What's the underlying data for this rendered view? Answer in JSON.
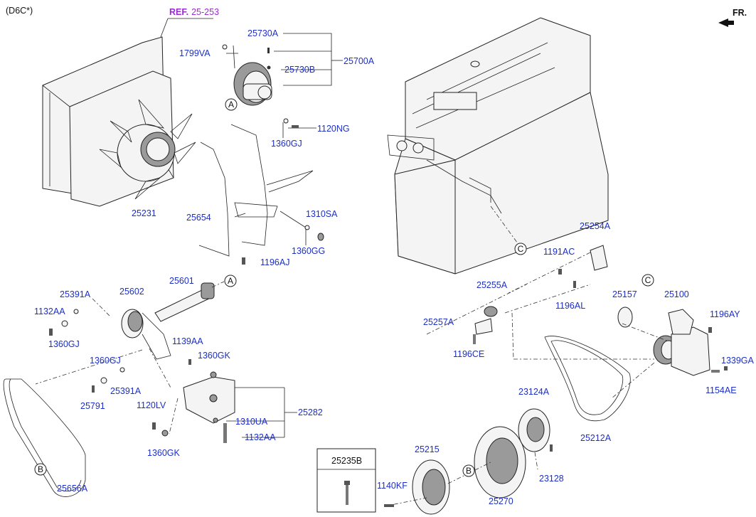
{
  "header": {
    "model": "(D6C*)",
    "ref_prefix": "REF.",
    "ref_number": "25-253",
    "direction": "FR."
  },
  "callouts": {
    "a1": "A",
    "a2": "A",
    "b1": "B",
    "b2": "B",
    "c1": "C",
    "c2": "C"
  },
  "parts": [
    "25730A",
    "1799VA",
    "25730B",
    "25700A",
    "1120NG",
    "1360GJ",
    "25231",
    "25654",
    "1310SA",
    "1360GG",
    "1196AJ",
    "25254A",
    "1191AC",
    "25255A",
    "1196AL",
    "25157",
    "25100",
    "1196AY",
    "25257A",
    "1196CE",
    "1339GA",
    "1154AE",
    "25391A",
    "25602",
    "25601",
    "1132AA",
    "1360GJ",
    "1139AA",
    "1360GK",
    "1360GJ",
    "25391A",
    "25791",
    "1120LV",
    "1310UA",
    "25282",
    "1132AA",
    "1360GK",
    "25656A",
    "23124A",
    "25212A",
    "25235B",
    "25215",
    "1140KF",
    "25270",
    "23128"
  ],
  "colors": {
    "label": "#1c2fc8",
    "ref": "#9a2bd1",
    "line": "#222222"
  },
  "icons": [
    "fr-arrow-icon",
    "bolt-icon"
  ]
}
